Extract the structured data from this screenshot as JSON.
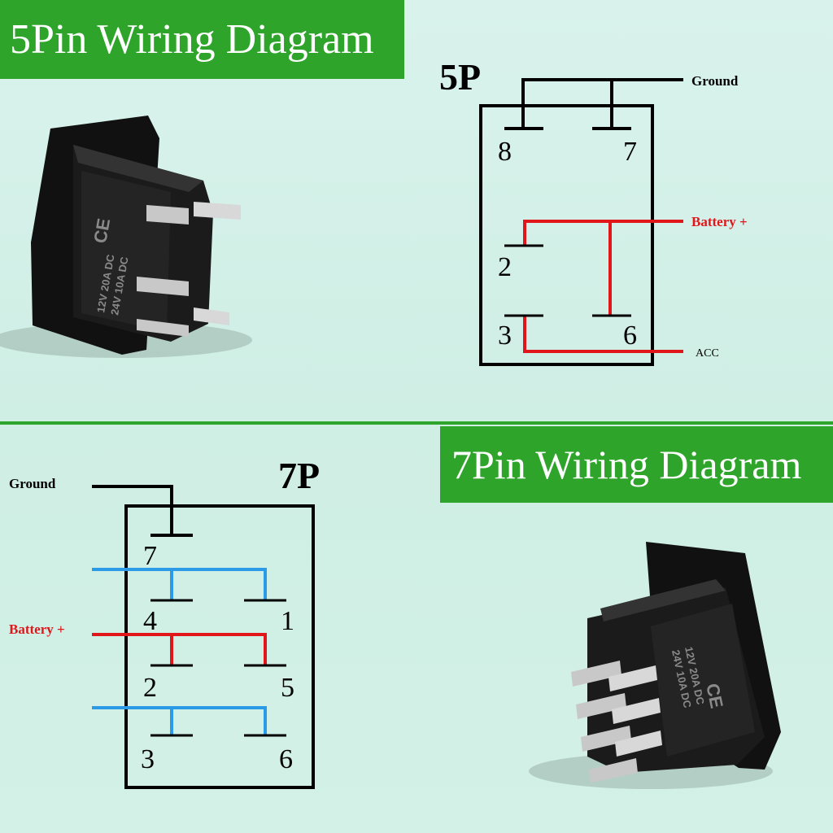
{
  "banners": {
    "top": "5Pin Wiring Diagram",
    "bottom": "7Pin Wiring Diagram"
  },
  "diagram_5p": {
    "title": "5P",
    "ground_label": "Ground",
    "battery_label": "Battery +",
    "acc_label": "ACC",
    "pins": {
      "p8": "8",
      "p7": "7",
      "p2": "2",
      "p3": "3",
      "p6": "6"
    }
  },
  "diagram_7p": {
    "title": "7P",
    "ground_label": "Ground",
    "battery_label": "Battery +",
    "pins": {
      "p7": "7",
      "p4": "4",
      "p1": "1",
      "p2": "2",
      "p5": "5",
      "p3": "3",
      "p6": "6"
    }
  },
  "switch_markings": {
    "line1": "12V  20A  DC",
    "line2": "24V  10A  DC",
    "ce": "CE"
  },
  "colors": {
    "banner": "#2ea52a",
    "ground_wire": "#000000",
    "battery_wire": "#e0161b",
    "lamp_wire": "#2b9be8"
  }
}
